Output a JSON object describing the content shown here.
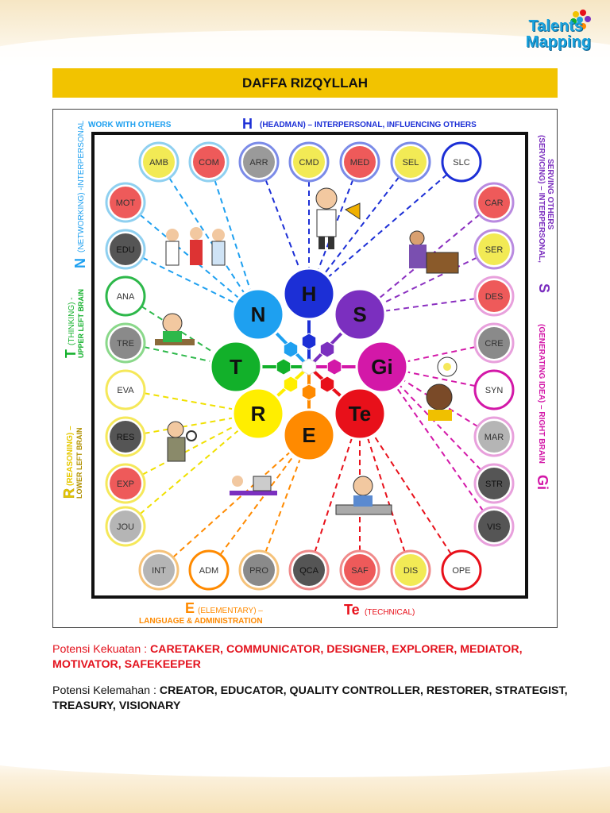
{
  "brand": {
    "line1": "Talents",
    "line2": "Mapping",
    "color": "#1aa2dd"
  },
  "title": "DAFFA RIZQYLLAH",
  "diagram": {
    "labels": {
      "top_main_letter": "H",
      "top_main_text": "(HEADMAN) – INTERPERSONAL, INFLUENCING OTHERS",
      "work_with_others": "WORK WITH OTHERS",
      "left_n_letter": "N",
      "left_n_text": "(NETWORKING) -INTERPERSONAL",
      "left_t_letter": "T",
      "left_t_text1": "(THINKING) -",
      "left_t_text2": "UPPER LEFT BRAIN",
      "left_r_letter": "R",
      "left_r_text1": "(REASONING) –",
      "left_r_text2": "LOWER LEFT BRAIN",
      "right_s_letter": "S",
      "right_s_text1": "(SERVICING) – INTERPERSONAL,",
      "right_s_text2": "SERVING OTHERS",
      "right_gi_letter": "Gi",
      "right_gi_text": "(GENERATING IDEA) – RIGHT BRAIN",
      "bottom_e_letter": "E",
      "bottom_e_text1": "(ELEMENTARY) –",
      "bottom_e_text2": "LANGUAGE & ADMINISTRATION",
      "bottom_te_letter": "Te",
      "bottom_te_text": "(TECHNICAL)"
    },
    "core_circles": [
      {
        "label": "H",
        "color": "#1c2fd6",
        "text_color": "#111"
      },
      {
        "label": "S",
        "color": "#7b2fbf",
        "text_color": "#111"
      },
      {
        "label": "Gi",
        "color": "#d318a8",
        "text_color": "#111"
      },
      {
        "label": "Te",
        "color": "#e8101a",
        "text_color": "#111"
      },
      {
        "label": "E",
        "color": "#ff8a00",
        "text_color": "#111"
      },
      {
        "label": "R",
        "color": "#ffee00",
        "text_color": "#111"
      },
      {
        "label": "T",
        "color": "#12b02a",
        "text_color": "#111"
      },
      {
        "label": "N",
        "color": "#1ea0f0",
        "text_color": "#111"
      }
    ],
    "roles": [
      {
        "code": "AMB",
        "group": "N",
        "fill": "#f2ea55",
        "ring": "#8fd0f0"
      },
      {
        "code": "COM",
        "group": "N",
        "fill": "#ee5a5a",
        "ring": "#8fd0f0"
      },
      {
        "code": "ARR",
        "group": "H",
        "fill": "#9a9a9a",
        "ring": "#7b8be8"
      },
      {
        "code": "CMD",
        "group": "H",
        "fill": "#f2ea55",
        "ring": "#7b8be8"
      },
      {
        "code": "MED",
        "group": "H",
        "fill": "#ee5a5a",
        "ring": "#7b8be8"
      },
      {
        "code": "SEL",
        "group": "H",
        "fill": "#f2ea55",
        "ring": "#7b8be8"
      },
      {
        "code": "SLC",
        "group": "H",
        "fill": "#ffffff",
        "ring": "#1c2fd6"
      },
      {
        "code": "MOT",
        "group": "N",
        "fill": "#ee5a5a",
        "ring": "#8fd0f0"
      },
      {
        "code": "EDU",
        "group": "N",
        "fill": "#555555",
        "ring": "#8fd0f0"
      },
      {
        "code": "ANA",
        "group": "T",
        "fill": "#ffffff",
        "ring": "#2db84a"
      },
      {
        "code": "TRE",
        "group": "T",
        "fill": "#8a8a8a",
        "ring": "#8ad88a"
      },
      {
        "code": "EVA",
        "group": "R",
        "fill": "#ffffff",
        "ring": "#f5e85a"
      },
      {
        "code": "RES",
        "group": "R",
        "fill": "#555555",
        "ring": "#f5e85a"
      },
      {
        "code": "EXP",
        "group": "R",
        "fill": "#ee5a5a",
        "ring": "#f5e85a"
      },
      {
        "code": "JOU",
        "group": "R",
        "fill": "#b5b5b5",
        "ring": "#f5e85a"
      },
      {
        "code": "CAR",
        "group": "S",
        "fill": "#ee5a5a",
        "ring": "#b98ae0"
      },
      {
        "code": "SER",
        "group": "S",
        "fill": "#f2ea55",
        "ring": "#b98ae0"
      },
      {
        "code": "DES",
        "group": "S",
        "fill": "#ee5a5a",
        "ring": "#e8a0dc"
      },
      {
        "code": "CRE",
        "group": "Gi",
        "fill": "#8a8a8a",
        "ring": "#e8a0dc"
      },
      {
        "code": "SYN",
        "group": "Gi",
        "fill": "#ffffff",
        "ring": "#d318a8"
      },
      {
        "code": "MAR",
        "group": "Gi",
        "fill": "#b5b5b5",
        "ring": "#e8a0dc"
      },
      {
        "code": "STR",
        "group": "Gi",
        "fill": "#555555",
        "ring": "#e8a0dc"
      },
      {
        "code": "VIS",
        "group": "Gi",
        "fill": "#555555",
        "ring": "#e8a0dc"
      },
      {
        "code": "INT",
        "group": "E",
        "fill": "#b5b5b5",
        "ring": "#f5c27a"
      },
      {
        "code": "ADM",
        "group": "E",
        "fill": "#ffffff",
        "ring": "#ff8a00"
      },
      {
        "code": "PRO",
        "group": "E",
        "fill": "#8a8a8a",
        "ring": "#f5c27a"
      },
      {
        "code": "QCA",
        "group": "Te",
        "fill": "#555555",
        "ring": "#f08a8a"
      },
      {
        "code": "SAF",
        "group": "Te",
        "fill": "#ee5a5a",
        "ring": "#f08a8a"
      },
      {
        "code": "DIS",
        "group": "Te",
        "fill": "#f2ea55",
        "ring": "#f08a8a"
      },
      {
        "code": "OPE",
        "group": "Te",
        "fill": "#ffffff",
        "ring": "#e8101a"
      }
    ]
  },
  "kekuatan": {
    "label": "Potensi Kekuatan : ",
    "value": "CARETAKER, COMMUNICATOR, DESIGNER, EXPLORER, MEDIATOR, MOTIVATOR, SAFEKEEPER"
  },
  "kelemahan": {
    "label": "Potensi Kelemahan : ",
    "value": "CREATOR, EDUCATOR, QUALITY CONTROLLER, RESTORER, STRATEGIST, TREASURY, VISIONARY"
  }
}
